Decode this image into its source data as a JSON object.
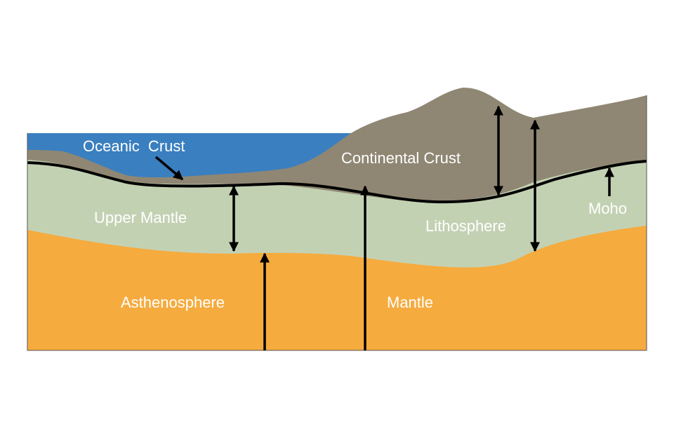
{
  "diagram": {
    "colors": {
      "ocean": "#3a7fc0",
      "continental_crust": "#8f8773",
      "mantle_upper": "#c3d1b3",
      "asthenosphere": "#f5ab3e",
      "lines": "#000000",
      "label_text": "#ffffff",
      "background": "#ffffff"
    },
    "labels": {
      "oceanic_crust": "Oceanic  Crust",
      "continental_crust": "Continental Crust",
      "upper_mantle": "Upper Mantle",
      "lithosphere": "Lithosphere",
      "moho": "Moho",
      "asthenosphere": "Asthenosphere",
      "mantle": "Mantle"
    }
  }
}
